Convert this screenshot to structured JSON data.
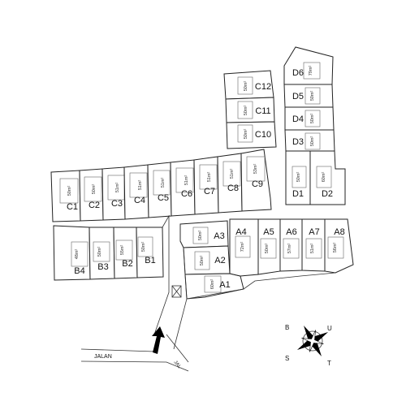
{
  "site": {
    "road": {
      "label": "JALAN",
      "side_label": "JAL"
    },
    "compass": {
      "letters": {
        "north": "U",
        "east": "T",
        "south": "S",
        "west": "B"
      }
    },
    "lots": {
      "C1": {
        "label": "C1",
        "area": "50m²"
      },
      "C2": {
        "label": "C2",
        "area": "50m²"
      },
      "C3": {
        "label": "C3",
        "area": "51m²"
      },
      "C4": {
        "label": "C4",
        "area": "51m²"
      },
      "C5": {
        "label": "C5",
        "area": "51m²"
      },
      "C6": {
        "label": "C6",
        "area": "51m²"
      },
      "C7": {
        "label": "C7",
        "area": "51m²"
      },
      "C8": {
        "label": "C8",
        "area": "51m²"
      },
      "C9": {
        "label": "C9",
        "area": "53m²"
      },
      "C10": {
        "label": "C10",
        "area": "50m²"
      },
      "C11": {
        "label": "C11",
        "area": "50m²"
      },
      "C12": {
        "label": "C12",
        "area": "50m²"
      },
      "D1": {
        "label": "D1",
        "area": "50m²"
      },
      "D2": {
        "label": "D2",
        "area": "60m²"
      },
      "D3": {
        "label": "D3",
        "area": "50m²"
      },
      "D4": {
        "label": "D4",
        "area": "50m²"
      },
      "D5": {
        "label": "D5",
        "area": "50m²"
      },
      "D6": {
        "label": "D6",
        "area": "79m²"
      },
      "B1": {
        "label": "B1",
        "area": "50m²"
      },
      "B2": {
        "label": "B2",
        "area": "55m²"
      },
      "B3": {
        "label": "B3",
        "area": "50m²"
      },
      "B4": {
        "label": "B4",
        "area": "48m²"
      },
      "A1": {
        "label": "A1",
        "area": "60m²"
      },
      "A2": {
        "label": "A2",
        "area": "50m²"
      },
      "A3": {
        "label": "A3",
        "area": "50m²"
      },
      "A4": {
        "label": "A4",
        "area": "72m²"
      },
      "A5": {
        "label": "A5",
        "area": "50m²"
      },
      "A6": {
        "label": "A6",
        "area": "57m²"
      },
      "A7": {
        "label": "A7",
        "area": "51m²"
      },
      "A8": {
        "label": "A8",
        "area": "56m²"
      }
    }
  }
}
